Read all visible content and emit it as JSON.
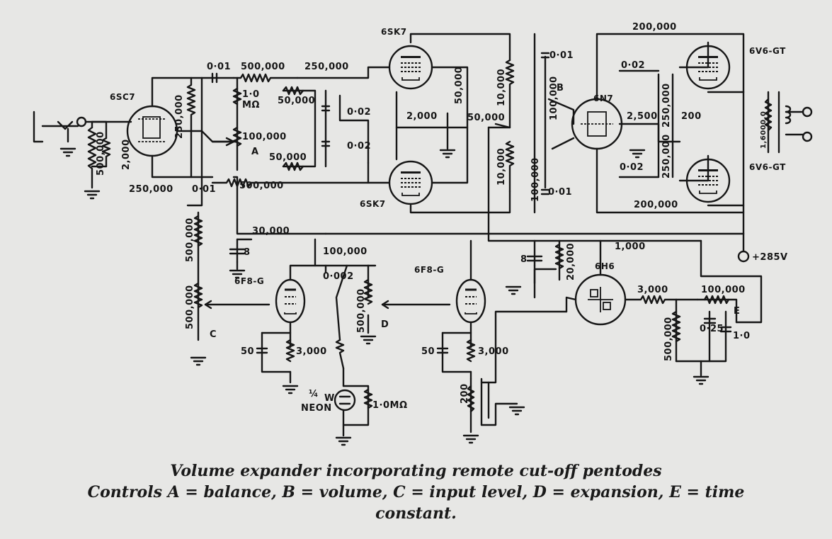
{
  "caption": {
    "line1": "Volume expander incorporating remote cut-off pentodes",
    "line2": "Controls A = balance, B = volume, C = input level, D = expansion, E = time",
    "line3": "constant."
  },
  "tubes": {
    "v1": "6SC7",
    "v2": "6SK7",
    "v3": "6SK7",
    "v4": "6N7",
    "v5": "6V6-GT",
    "v6": "6V6-GT",
    "v7": "6F8-G",
    "v8": "6F8-G",
    "v9": "6H6"
  },
  "components": {
    "c001": "0·01",
    "r500k_top": "500,000",
    "r250k_top": "250,000",
    "r250k_vert": "250,000",
    "r1meg": "1·0",
    "r1meg_unit": "MΩ",
    "pot100k_a": "100,000",
    "pot_a": "A",
    "r50k_a": "50,000",
    "r50k_b": "50,000",
    "c002_a": "0·02",
    "c002_b": "0·02",
    "r250k_bot": "250,000",
    "c001_bot": "0·01",
    "r500k_bot": "500,000",
    "r500k_in": "500,000",
    "r2000_in": "2,000",
    "r2000_cath": "2,000",
    "r50k_cath": "50,000",
    "r50k_plate": "50,000",
    "r10k_a": "10,000",
    "r10k_b": "10,000",
    "pot100k_b": "100,000",
    "r100k_b2": "100,000",
    "c001_b1": "0·01",
    "c001_b2": "0·01",
    "pot_b": "B",
    "r200k_top": "200,000",
    "r200k_bot": "200,000",
    "c002_c": "0·02",
    "c002_d": "0·02",
    "r2500": "2,500",
    "r200": "200",
    "r250k_n1": "250,000",
    "r250k_n2": "250,000",
    "b_plus": "+285V",
    "r30k": "30,000",
    "c8_a": "8",
    "r100k_d": "100,000",
    "c0002": "0·002",
    "r1000": "1,000",
    "c8_b": "8",
    "r20k": "20,000",
    "r500k_c1": "500,000",
    "r500k_c2": "500,000",
    "pot_c": "C",
    "pot500k_d": "500,000",
    "pot_d": "D",
    "c50_a": "50",
    "r3000_a": "3,000",
    "c50_b": "50",
    "r3000_b": "3,000",
    "neon_frac": "¼",
    "neon_w": "W",
    "neon": "NEON",
    "r1meg_neon": "1·0MΩ",
    "r3000_e": "3,000",
    "r100k_e": "100,000",
    "pot_e": "E",
    "r500k_e": "500,000",
    "c025": "0·25",
    "c10": "1·0",
    "t_prim": "200",
    "t_sec": "1,6000,0"
  },
  "colors": {
    "background": "#e7e7e5",
    "ink": "#161616"
  }
}
